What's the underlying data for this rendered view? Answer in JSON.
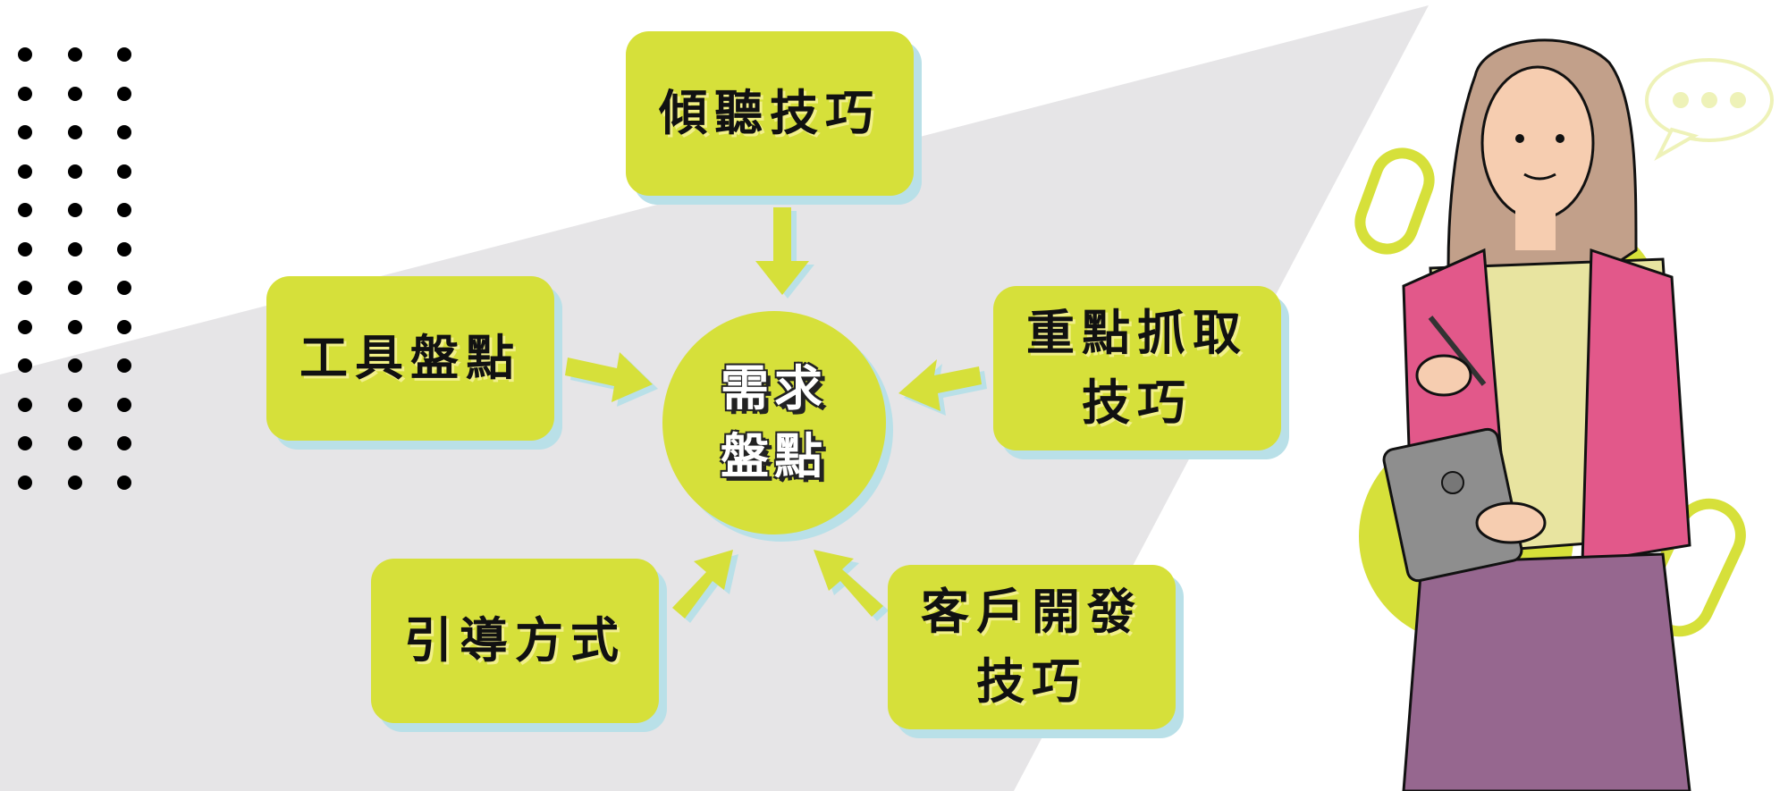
{
  "diagram": {
    "center": {
      "label": "需求\n盤點"
    },
    "nodes": [
      {
        "id": "listening",
        "label": "傾聽技巧"
      },
      {
        "id": "tools",
        "label": "工具盤點"
      },
      {
        "id": "key-points",
        "label": "重點抓取\n技巧"
      },
      {
        "id": "guidance",
        "label": "引導方式"
      },
      {
        "id": "client-dev",
        "label": "客戶開發\n技巧"
      }
    ]
  },
  "colors": {
    "accent": "#d6e03a",
    "shadow": "#b9e0e8",
    "background_shape": "#e6e5e7",
    "jacket": "#e2588a",
    "skirt": "#96678f"
  }
}
